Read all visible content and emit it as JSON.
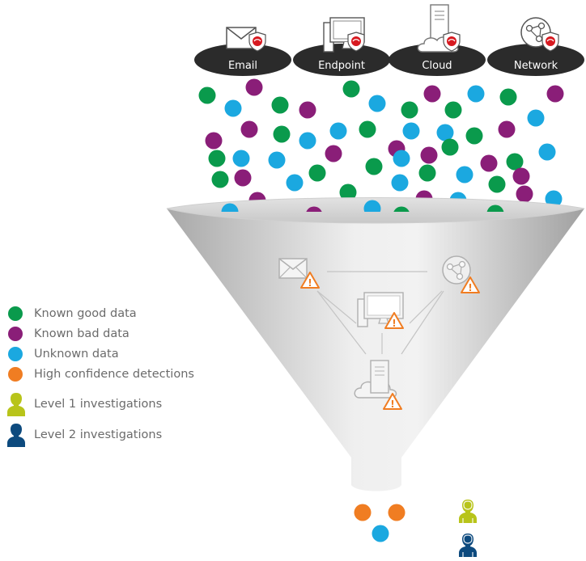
{
  "colors": {
    "known_good": "#0a9a4c",
    "known_bad": "#8a1e78",
    "unknown": "#1ba8e0",
    "high_confidence": "#f07d22",
    "level1": "#b8c41a",
    "level2": "#0d4a7e",
    "source_pill": "#2b2b2b",
    "shield": "#d71920",
    "warning": "#f07d22",
    "funnel_light": "#ececec",
    "funnel_dark": "#a5a5a5"
  },
  "sources": [
    {
      "label": "Email",
      "icon": "email-icon"
    },
    {
      "label": "Endpoint",
      "icon": "endpoint-icon"
    },
    {
      "label": "Cloud",
      "icon": "cloud-icon"
    },
    {
      "label": "Network",
      "icon": "network-icon"
    }
  ],
  "legend": [
    {
      "label": "Known good data",
      "kind": "known_good"
    },
    {
      "label": "Known bad data",
      "kind": "known_bad"
    },
    {
      "label": "Unknown data",
      "kind": "unknown"
    },
    {
      "label": "High confidence detections",
      "kind": "high_confidence"
    },
    {
      "label": "Level 1 investigations",
      "kind": "level1"
    },
    {
      "label": "Level 2 investigations",
      "kind": "level2"
    }
  ],
  "funnel_icons": [
    "email-icon",
    "endpoint-icon",
    "network-icon",
    "cloud-icon"
  ],
  "output": {
    "detections": [
      "high_confidence",
      "high_confidence",
      "unknown"
    ],
    "investigators": [
      "level1",
      "level2"
    ]
  }
}
